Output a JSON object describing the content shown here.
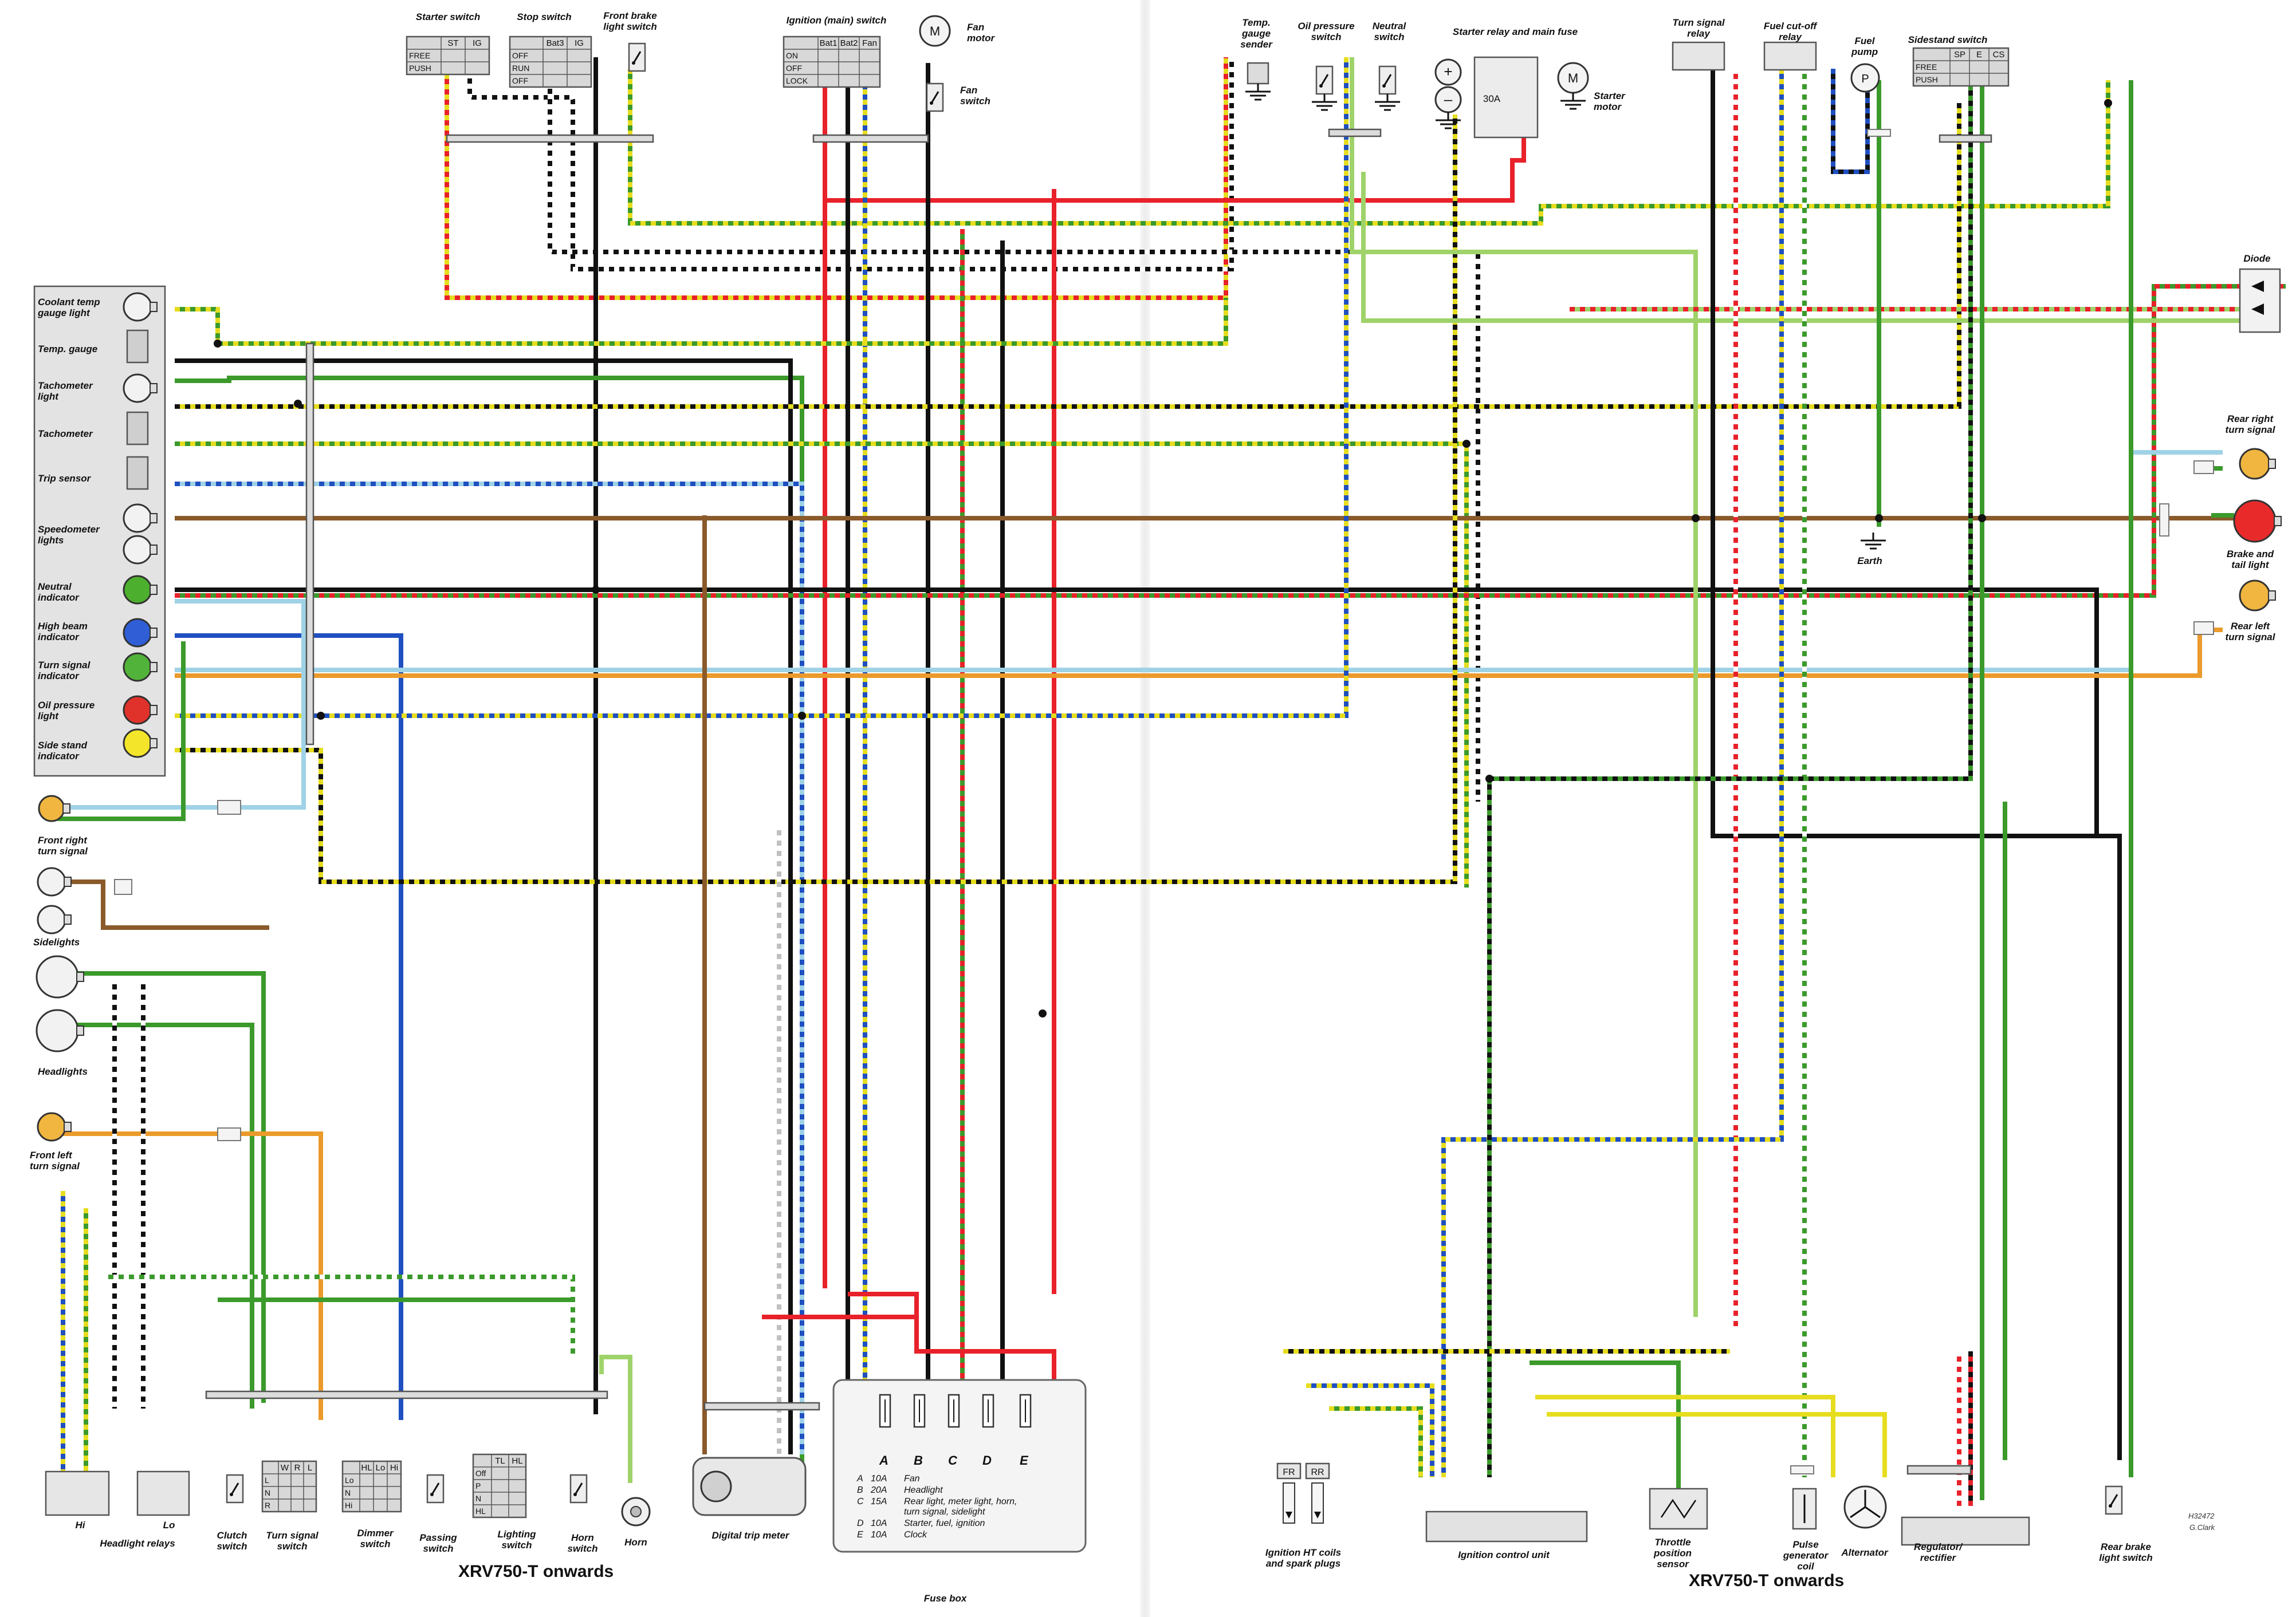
{
  "diagram": {
    "title_left": "XRV750-T onwards",
    "title_right": "XRV750-T onwards",
    "reference": "H32472",
    "signature": "G.Clark",
    "colors": {
      "red": "#e8212a",
      "black": "#111111",
      "green": "#3b9a2b",
      "lightgreen": "#9fd36a",
      "yellow": "#e6dd1f",
      "blue": "#1f4fc0",
      "lightblue": "#9fd2e6",
      "brown": "#8a5a2b",
      "orange": "#eb9a2b",
      "grey": "#c0c0c0",
      "white": "#ffffff"
    }
  },
  "switch_tables": {
    "starter": {
      "headers": [
        "",
        "ST",
        "IG"
      ],
      "rows": [
        "FREE",
        "PUSH"
      ]
    },
    "stop": {
      "headers": [
        "",
        "Bat3",
        "IG"
      ],
      "rows": [
        "OFF",
        "RUN",
        "OFF"
      ]
    },
    "ignition": {
      "headers": [
        "",
        "Bat1",
        "Bat2",
        "Fan"
      ],
      "rows": [
        "ON",
        "OFF",
        "LOCK"
      ]
    },
    "sidestand": {
      "headers": [
        "",
        "SP",
        "E",
        "CS"
      ],
      "rows": [
        "FREE",
        "PUSH"
      ]
    },
    "turn_signal_sw": {
      "rows": [
        "L",
        "N",
        "R"
      ],
      "cols": [
        "W",
        "R",
        "L"
      ]
    },
    "dimmer_sw": {
      "rows": [
        "Lo",
        "N",
        "Hi"
      ],
      "cols": [
        "HL",
        "Lo",
        "Hi"
      ]
    },
    "lighting_sw": {
      "rows": [
        "Off",
        "P",
        "N",
        "HL"
      ],
      "cols": [
        "TL",
        "HL"
      ]
    }
  },
  "components": {
    "starter_switch": "Starter switch",
    "stop_switch": "Stop switch",
    "front_brake_switch": "Front brake\nlight switch",
    "ignition_switch": "Ignition (main) switch",
    "fan_motor": "Fan\nmotor",
    "fan_switch": "Fan\nswitch",
    "motor_symbol": "M",
    "temp_sender": "Temp.\ngauge\nsender",
    "oil_pressure_switch": "Oil pressure\nswitch",
    "neutral_switch": "Neutral\nswitch",
    "starter_relay": "Starter relay and main fuse",
    "main_fuse": "30A",
    "starter_motor": "Starter\nmotor",
    "turn_signal_relay": "Turn signal\nrelay",
    "fuel_cutoff_relay": "Fuel cut-off\nrelay",
    "fuel_pump": "Fuel\npump",
    "pump_symbol": "P",
    "sidestand_switch": "Sidestand switch",
    "diode": "Diode",
    "rear_right_turn": "Rear right\nturn signal",
    "brake_tail": "Brake and\ntail light",
    "rear_left_turn": "Rear left\nturn signal",
    "earth": "Earth",
    "front_right_turn": "Front right\nturn signal",
    "sidelights": "Sidelights",
    "headlights": "Headlights",
    "front_left_turn": "Front left\nturn signal",
    "headlight_relays": "Headlight relays",
    "relay_hi": "Hi",
    "relay_lo": "Lo",
    "clutch_switch": "Clutch\nswitch",
    "turn_signal_switch": "Turn signal\nswitch",
    "dimmer_switch": "Dimmer\nswitch",
    "passing_switch": "Passing\nswitch",
    "lighting_switch": "Lighting\nswitch",
    "horn_switch": "Horn\nswitch",
    "horn": "Horn",
    "digital_trip_meter": "Digital trip meter",
    "fuse_box": "Fuse box",
    "ht_coils": "Ignition HT coils\nand  spark plugs",
    "coil_fr": "FR",
    "coil_rr": "RR",
    "ignition_control_unit": "Ignition control unit",
    "throttle_sensor": "Throttle\nposition\nsensor",
    "pulse_coil": "Pulse\ngenerator\ncoil",
    "alternator": "Alternator",
    "regulator": "Regulator/\nrectifier",
    "rear_brake_switch": "Rear brake\nlight switch"
  },
  "instrument_panel": [
    "Coolant temp\ngauge light",
    "Temp. gauge",
    "Tachometer\nlight",
    "Tachometer",
    "Trip sensor",
    "Speedometer\nlights",
    "Neutral\nindicator",
    "High beam\nindicator",
    "Turn signal\nindicator",
    "Oil pressure\nlight",
    "Side stand\nindicator"
  ],
  "indicator_colors": {
    "neutral": "#4caf2e",
    "highbeam": "#2f5ed6",
    "turn": "#52b33a",
    "oil": "#e0322a",
    "sidestand": "#f3e62a",
    "bulb": "#f2f2f2"
  },
  "fuses": {
    "letters": [
      "A",
      "B",
      "C",
      "D",
      "E"
    ],
    "ratings": [
      {
        "letter": "A",
        "amps": "10A",
        "desc": "Fan"
      },
      {
        "letter": "B",
        "amps": "20A",
        "desc": "Headlight"
      },
      {
        "letter": "C",
        "amps": "15A",
        "desc": "Rear light, meter light, horn,\nturn signal, sidelight"
      },
      {
        "letter": "D",
        "amps": "10A",
        "desc": "Starter, fuel, ignition"
      },
      {
        "letter": "E",
        "amps": "10A",
        "desc": "Clock"
      }
    ]
  }
}
